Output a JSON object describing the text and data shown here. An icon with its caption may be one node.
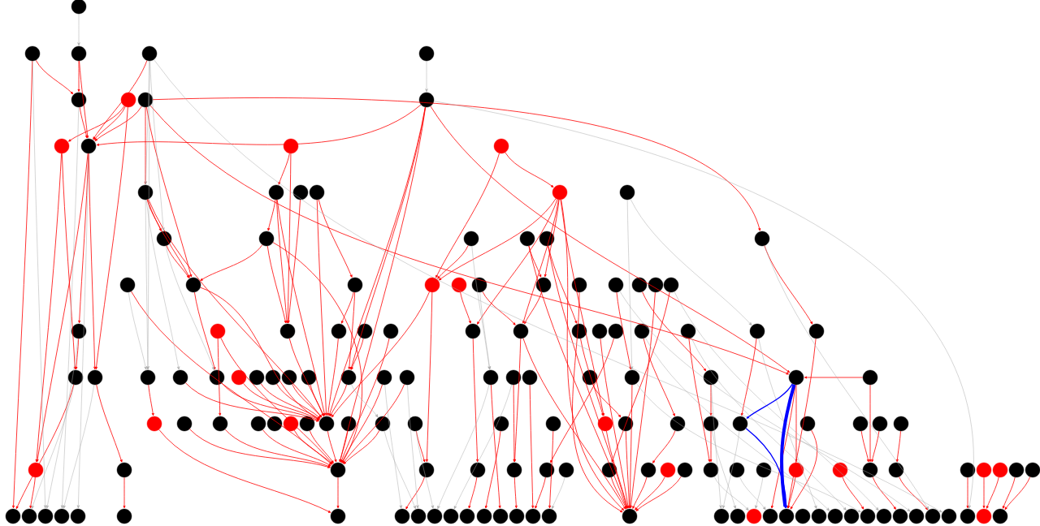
{
  "diagram": {
    "nodes": [
      {
        "text": [],
        "shape": "circle"
      },
      {
        "text": [],
        "shape": "circle"
      },
      {
        "text": [],
        "shape": "circle"
      },
      {
        "text": [],
        "shape": "circle"
      },
      {
        "text": [],
        "shape": "circle"
      },
      {
        "text": [],
        "shape": "circle"
      },
      {
        "text": [],
        "shape": "circle"
      },
      {
        "text": [],
        "shape": "circle"
      },
      {
        "text": [],
        "shape": "circle"
      },
      {
        "text": [],
        "shape": "circle"
      },
      {
        "text": [],
        "shape": "circle"
      },
      {
        "text": [],
        "shape": "circle"
      },
      {
        "text": [],
        "shape": "circle"
      },
      {
        "text": [],
        "shape": "circle"
      },
      {
        "text": [],
        "shape": "circle"
      },
      {
        "text": [],
        "shape": "circle"
      },
      {
        "text": [],
        "shape": "circle"
      },
      {
        "text": [],
        "shape": "circle"
      },
      {
        "text": [],
        "shape": "circle"
      },
      {
        "text": [],
        "shape": "circle"
      },
      {
        "text": [],
        "shape": "circle"
      },
      {
        "text": [],
        "shape": "circle"
      },
      {
        "text": [],
        "shape": "circle"
      },
      {
        "text": [],
        "shape": "circle"
      },
      {
        "text": [],
        "shape": "circle"
      },
      {
        "text": [],
        "shape": "circle"
      },
      {
        "text": [],
        "shape": "circle"
      },
      {
        "text": [],
        "shape": "circle"
      },
      {
        "text": [],
        "shape": "circle"
      },
      {
        "text": [],
        "shape": "circle"
      },
      {
        "text": [],
        "shape": "circle"
      },
      {
        "text": [],
        "shape": "circle"
      },
      {
        "text": [],
        "shape": "circle"
      },
      {
        "text": [],
        "shape": "circle"
      },
      {
        "text": [],
        "shape": "circle"
      },
      {
        "text": [],
        "shape": "circle"
      },
      {
        "text": [],
        "shape": "circle"
      },
      {
        "text": [],
        "shape": "circle"
      },
      {
        "text": [],
        "shape": "circle"
      },
      {
        "text": [],
        "shape": "circle"
      },
      {
        "text": [],
        "shape": "circle"
      },
      {
        "text": [],
        "shape": "circle"
      },
      {
        "text": [],
        "shape": "circle"
      },
      {
        "text": [],
        "shape": "circle"
      },
      {
        "text": [],
        "shape": "circle"
      },
      {
        "text": [],
        "shape": "circle"
      },
      {
        "text": [],
        "shape": "circle"
      },
      {
        "text": [],
        "shape": "circle"
      },
      {
        "text": [],
        "shape": "circle"
      },
      {
        "text": [],
        "shape": "circle"
      },
      {
        "text": [],
        "shape": "circle"
      },
      {
        "text": [],
        "shape": "circle"
      },
      {
        "text": [],
        "shape": "circle"
      },
      {
        "text": [],
        "shape": "circle"
      },
      {
        "text": [],
        "shape": "circle"
      },
      {
        "text": [],
        "shape": "circle"
      },
      {
        "text": [],
        "shape": "circle"
      },
      {
        "text": [],
        "shape": "circle"
      },
      {
        "text": [],
        "shape": "circle"
      },
      {
        "text": [],
        "shape": "circle"
      },
      {
        "text": [],
        "shape": "circle"
      },
      {
        "text": [],
        "shape": "circle"
      },
      {
        "text": [],
        "shape": "circle"
      },
      {
        "text": [],
        "shape": "circle"
      },
      {
        "text": [],
        "shape": "circle"
      },
      {
        "text": [],
        "shape": "circle"
      },
      {
        "text": [],
        "shape": "circle"
      },
      {
        "text": [],
        "shape": "circle"
      },
      {
        "text": [],
        "shape": "circle"
      },
      {
        "text": [],
        "shape": "circle"
      },
      {
        "text": [],
        "shape": "circle"
      },
      {
        "text": [],
        "shape": "circle"
      },
      {
        "text": [],
        "shape": "circle"
      },
      {
        "text": [],
        "shape": "circle"
      },
      {
        "text": [],
        "shape": "circle"
      },
      {
        "text": [],
        "shape": "circle"
      },
      {
        "text": [],
        "shape": "circle"
      },
      {
        "text": [],
        "shape": "circle"
      },
      {
        "text": [],
        "shape": "circle"
      },
      {
        "text": [],
        "shape": "circle"
      },
      {
        "text": [],
        "shape": "circle"
      },
      {
        "text": [],
        "shape": "circle"
      },
      {
        "text": [],
        "shape": "circle"
      },
      {
        "text": [],
        "shape": "circle"
      },
      {
        "text": [],
        "shape": "circle"
      },
      {
        "text": [],
        "shape": "circle"
      },
      {
        "text": [],
        "shape": "circle"
      },
      {
        "text": [],
        "shape": "circle"
      },
      {
        "text": [],
        "shape": "circle"
      },
      {
        "text": [],
        "shape": "circle"
      },
      {
        "text": [],
        "shape": "circle"
      },
      {
        "text": [],
        "shape": "circle"
      },
      {
        "text": [],
        "shape": "circle"
      },
      {
        "text": [],
        "shape": "circle"
      },
      {
        "text": [],
        "shape": "circle"
      },
      {
        "text": [],
        "shape": "circle"
      },
      {
        "text": [],
        "shape": "circle"
      },
      {
        "text": [],
        "shape": "circle"
      },
      {
        "text": [],
        "shape": "circle"
      },
      {
        "text": [],
        "shape": "circle"
      },
      {
        "text": [],
        "shape": "circle"
      },
      {
        "text": [],
        "shape": "circle"
      },
      {
        "text": [],
        "shape": "circle"
      },
      {
        "text": [],
        "shape": "circle"
      },
      {
        "text": [],
        "shape": "circle"
      },
      {
        "text": [],
        "shape": "circle"
      },
      {
        "text": [],
        "shape": "circle"
      },
      {
        "text": [],
        "shape": "circle"
      },
      {
        "text": [],
        "shape": "circle"
      },
      {
        "text": [],
        "shape": "circle"
      },
      {
        "text": [],
        "shape": "circle"
      },
      {
        "text": [],
        "shape": "circle"
      },
      {
        "text": [],
        "shape": "circle"
      },
      {
        "text": [],
        "shape": "circle"
      },
      {
        "text": [],
        "shape": "circle"
      },
      {
        "text": [],
        "shape": "circle"
      },
      {
        "text": [],
        "shape": "circle"
      },
      {
        "text": [],
        "shape": "circle"
      },
      {
        "text": [],
        "shape": "circle"
      },
      {
        "text": [],
        "shape": "circle"
      },
      {
        "text": [],
        "shape": "circle"
      },
      {
        "text": [],
        "shape": "circle"
      },
      {
        "text": [],
        "shape": "circle"
      },
      {
        "text": [],
        "shape": "circle"
      },
      {
        "text": [],
        "shape": "circle"
      },
      {
        "text": [],
        "shape": "circle"
      },
      {
        "text": [],
        "shape": "circle"
      },
      {
        "text": [],
        "shape": "circle"
      },
      {
        "text": [],
        "shape": "circle"
      },
      {
        "text": [],
        "shape": "circle"
      },
      {
        "text": [],
        "shape": "circle"
      },
      {
        "text": [],
        "shape": "circle"
      },
      {
        "text": [],
        "shape": "circle"
      },
      {
        "text": [],
        "shape": "circle"
      },
      {
        "text": [],
        "shape": "circle"
      },
      {
        "text": [],
        "shape": "circle"
      },
      {
        "text": [],
        "shape": "circle"
      },
      {
        "text": [],
        "shape": "circle"
      },
      {
        "text": [],
        "shape": "circle"
      },
      {
        "text": [],
        "shape": "circle"
      },
      {
        "text": [],
        "shape": "circle"
      },
      {
        "text": [],
        "shape": "circle"
      },
      {
        "text": [],
        "shape": "circle"
      },
      {
        "text": [],
        "shape": "circle"
      },
      {
        "text": [],
        "shape": "circle"
      },
      {
        "text": [],
        "shape": "circle"
      },
      {
        "text": [],
        "shape": "circle"
      },
      {
        "text": [],
        "shape": "circle"
      },
      {
        "text": [],
        "shape": "circle"
      },
      {
        "text": [],
        "shape": "circle"
      },
      {
        "text": [],
        "shape": "circle"
      },
      {
        "text": [],
        "shape": "circle"
      },
      {
        "text": [],
        "shape": "circle"
      },
      {
        "text": [],
        "shape": "circle"
      },
      {
        "text": [],
        "shape": "circle"
      }
    ],
    "edges": [
      {
        "from": 1,
        "to": 5,
        "arrow": "to"
      },
      {
        "from": 1,
        "to": 119,
        "arrow": "to"
      },
      {
        "from": 2,
        "to": 5,
        "arrow": "to"
      },
      {
        "from": 2,
        "to": 10,
        "arrow": "to"
      },
      {
        "from": 3,
        "to": 10,
        "arrow": "to"
      },
      {
        "from": 5,
        "to": 10,
        "arrow": "to"
      },
      {
        "from": 6,
        "to": 10,
        "arrow": "to"
      },
      {
        "from": 6,
        "to": 9,
        "arrow": "to"
      },
      {
        "from": 6,
        "to": 53,
        "arrow": "to"
      },
      {
        "from": 7,
        "to": 10,
        "arrow": "to"
      },
      {
        "from": 7,
        "to": 13,
        "arrow": "to"
      },
      {
        "from": 7,
        "to": 26,
        "arrow": "to"
      },
      {
        "from": 8,
        "to": 10,
        "arrow": "to"
      },
      {
        "from": 8,
        "to": 80,
        "arrow": "to"
      },
      {
        "from": 8,
        "to": 97,
        "arrow": "to"
      },
      {
        "from": 8,
        "to": 71,
        "arrow": "to"
      },
      {
        "from": 8,
        "to": 62,
        "arrow": "to"
      },
      {
        "from": 7,
        "to": 71,
        "arrow": "to"
      },
      {
        "from": 7,
        "to": 24,
        "arrow": "to"
      },
      {
        "from": 10,
        "to": 37,
        "arrow": "to"
      },
      {
        "from": 10,
        "to": 53,
        "arrow": "to"
      },
      {
        "from": 10,
        "to": 95,
        "arrow": "to"
      },
      {
        "from": 9,
        "to": 95,
        "arrow": "to"
      },
      {
        "from": 9,
        "to": 52,
        "arrow": "to"
      },
      {
        "from": 11,
        "to": 14,
        "arrow": "to"
      },
      {
        "from": 11,
        "to": 39,
        "arrow": "to"
      },
      {
        "from": 12,
        "to": 28,
        "arrow": "to"
      },
      {
        "from": 12,
        "to": 17,
        "arrow": "to"
      },
      {
        "from": 13,
        "to": 19,
        "arrow": "to"
      },
      {
        "from": 13,
        "to": 26,
        "arrow": "to"
      },
      {
        "from": 13,
        "to": 80,
        "arrow": "to"
      },
      {
        "from": 14,
        "to": 20,
        "arrow": "to"
      },
      {
        "from": 14,
        "to": 39,
        "arrow": "to"
      },
      {
        "from": 14,
        "to": 80,
        "arrow": "to"
      },
      {
        "from": 15,
        "to": 39,
        "arrow": "to"
      },
      {
        "from": 16,
        "to": 27,
        "arrow": "to"
      },
      {
        "from": 16,
        "to": 80,
        "arrow": "to"
      },
      {
        "from": 17,
        "to": 28,
        "arrow": "to"
      },
      {
        "from": 17,
        "to": 31,
        "arrow": "to"
      },
      {
        "from": 17,
        "to": 86,
        "arrow": "to"
      },
      {
        "from": 17,
        "to": 136,
        "arrow": "to"
      },
      {
        "from": 17,
        "to": 44,
        "arrow": "to"
      },
      {
        "from": 17,
        "to": 43,
        "arrow": "to"
      },
      {
        "from": 20,
        "to": 26,
        "arrow": "to"
      },
      {
        "from": 20,
        "to": 39,
        "arrow": "to"
      },
      {
        "from": 20,
        "to": 97,
        "arrow": "to"
      },
      {
        "from": 19,
        "to": 26,
        "arrow": "to"
      },
      {
        "from": 21,
        "to": 28,
        "arrow": "to"
      },
      {
        "from": 22,
        "to": 31,
        "arrow": "to"
      },
      {
        "from": 22,
        "to": 136,
        "arrow": "to"
      },
      {
        "from": 23,
        "to": 45,
        "arrow": "to"
      },
      {
        "from": 23,
        "to": 136,
        "arrow": "to"
      },
      {
        "from": 24,
        "to": 51,
        "arrow": "to"
      },
      {
        "from": 25,
        "to": 97,
        "arrow": "to"
      },
      {
        "from": 26,
        "to": 80,
        "arrow": "to"
      },
      {
        "from": 26,
        "to": 56,
        "arrow": "to"
      },
      {
        "from": 27,
        "to": 40,
        "arrow": "to"
      },
      {
        "from": 27,
        "to": 62,
        "arrow": "to"
      },
      {
        "from": 28,
        "to": 80,
        "arrow": "to"
      },
      {
        "from": 28,
        "to": 98,
        "arrow": "to"
      },
      {
        "from": 29,
        "to": 43,
        "arrow": "to"
      },
      {
        "from": 30,
        "to": 44,
        "arrow": "to"
      },
      {
        "from": 31,
        "to": 44,
        "arrow": "to"
      },
      {
        "from": 32,
        "to": 136,
        "arrow": "to"
      },
      {
        "from": 33,
        "to": 69,
        "arrow": "to"
      },
      {
        "from": 34,
        "to": 70,
        "arrow": "to"
      },
      {
        "from": 35,
        "to": 136,
        "arrow": "to"
      },
      {
        "from": 36,
        "to": 103,
        "arrow": "to"
      },
      {
        "from": 38,
        "to": 75,
        "arrow": "to"
      },
      {
        "from": 38,
        "to": 97,
        "arrow": "to"
      },
      {
        "from": 39,
        "to": 80,
        "arrow": "to"
      },
      {
        "from": 40,
        "to": 80,
        "arrow": "to"
      },
      {
        "from": 41,
        "to": 62,
        "arrow": "to"
      },
      {
        "from": 42,
        "to": 97,
        "arrow": "to"
      },
      {
        "from": 43,
        "to": 99,
        "arrow": "to"
      },
      {
        "from": 44,
        "to": 100,
        "arrow": "to"
      },
      {
        "from": 44,
        "to": 136,
        "arrow": "to"
      },
      {
        "from": 45,
        "to": 86,
        "arrow": "to"
      },
      {
        "from": 46,
        "to": 136,
        "arrow": "to"
      },
      {
        "from": 47,
        "to": 101,
        "arrow": "to"
      },
      {
        "from": 48,
        "to": 88,
        "arrow": "to"
      },
      {
        "from": 49,
        "to": 107,
        "arrow": "to"
      },
      {
        "from": 50,
        "to": 90,
        "arrow": "to"
      },
      {
        "from": 51,
        "to": 141,
        "arrow": "to"
      },
      {
        "from": 52,
        "to": 119,
        "arrow": "to"
      },
      {
        "from": 53,
        "to": 96,
        "arrow": "to"
      },
      {
        "from": 54,
        "to": 73,
        "arrow": "to"
      },
      {
        "from": 55,
        "to": 80,
        "arrow": "to"
      },
      {
        "from": 56,
        "to": 80,
        "arrow": "to"
      },
      {
        "from": 57,
        "to": 80,
        "arrow": "to"
      },
      {
        "from": 58,
        "to": 80,
        "arrow": "to"
      },
      {
        "from": 59,
        "to": 80,
        "arrow": "to"
      },
      {
        "from": 60,
        "to": 80,
        "arrow": "to"
      },
      {
        "from": 61,
        "to": 80,
        "arrow": "to"
      },
      {
        "from": 62,
        "to": 80,
        "arrow": "to"
      },
      {
        "from": 63,
        "to": 97,
        "arrow": "to"
      },
      {
        "from": 64,
        "to": 97,
        "arrow": "to"
      },
      {
        "from": 65,
        "to": 132,
        "arrow": "to"
      },
      {
        "from": 66,
        "to": 100,
        "arrow": "to"
      },
      {
        "from": 67,
        "to": 134,
        "arrow": "to"
      },
      {
        "from": 68,
        "to": 87,
        "arrow": "to"
      },
      {
        "from": 69,
        "to": 136,
        "arrow": "to"
      },
      {
        "from": 70,
        "to": 89,
        "arrow": "to"
      },
      {
        "from": 71,
        "to": 110,
        "arrow": "to"
      },
      {
        "from": 71,
        "to": 140,
        "arrow": "to"
      },
      {
        "from": 72,
        "to": 112,
        "arrow": "to"
      },
      {
        "from": 72,
        "to": 71,
        "arrow": "to"
      },
      {
        "from": 73,
        "to": 125,
        "arrow": "to"
      },
      {
        "from": 74,
        "to": 97,
        "arrow": "to"
      },
      {
        "from": 75,
        "to": 97,
        "arrow": "to"
      },
      {
        "from": 76,
        "to": 97,
        "arrow": "to"
      },
      {
        "from": 78,
        "to": 97,
        "arrow": "to"
      },
      {
        "from": 79,
        "to": 97,
        "arrow": "to"
      },
      {
        "from": 80,
        "to": 97,
        "arrow": "to"
      },
      {
        "from": 81,
        "to": 97,
        "arrow": "to"
      },
      {
        "from": 82,
        "to": 97,
        "arrow": "to"
      },
      {
        "from": 83,
        "to": 98,
        "arrow": "to"
      },
      {
        "from": 84,
        "to": 131,
        "arrow": "to"
      },
      {
        "from": 85,
        "to": 135,
        "arrow": "to"
      },
      {
        "from": 86,
        "to": 136,
        "arrow": "to"
      },
      {
        "from": 87,
        "to": 136,
        "arrow": "to"
      },
      {
        "from": 88,
        "to": 104,
        "arrow": "to"
      },
      {
        "from": 89,
        "to": 107,
        "arrow": "to"
      },
      {
        "from": 91,
        "to": 141,
        "arrow": "to"
      },
      {
        "from": 92,
        "to": 112,
        "arrow": "to"
      },
      {
        "from": 93,
        "to": 112,
        "arrow": "to"
      },
      {
        "from": 94,
        "to": 113,
        "arrow": "to"
      },
      {
        "from": 96,
        "to": 124,
        "arrow": "to"
      },
      {
        "from": 97,
        "to": 125,
        "arrow": "to"
      },
      {
        "from": 98,
        "to": 126,
        "arrow": "to"
      },
      {
        "from": 99,
        "to": 130,
        "arrow": "to"
      },
      {
        "from": 100,
        "to": 133,
        "arrow": "to"
      },
      {
        "from": 101,
        "to": 134,
        "arrow": "to"
      },
      {
        "from": 103,
        "to": 136,
        "arrow": "to"
      },
      {
        "from": 104,
        "to": 136,
        "arrow": "to"
      },
      {
        "from": 105,
        "to": 136,
        "arrow": "to"
      },
      {
        "from": 106,
        "to": 136,
        "arrow": "to"
      },
      {
        "from": 112,
        "to": 148,
        "arrow": "to"
      },
      {
        "from": 113,
        "to": 150,
        "arrow": "to"
      },
      {
        "from": 114,
        "to": 152,
        "arrow": "to"
      },
      {
        "from": 115,
        "to": 153,
        "arrow": "to"
      },
      {
        "from": 116,
        "to": 153,
        "arrow": "to"
      },
      {
        "from": 117,
        "to": 154,
        "arrow": "to"
      },
      {
        "from": 118,
        "to": 154,
        "arrow": "to"
      },
      {
        "from": 110,
        "to": 141,
        "arrow": "to"
      },
      {
        "from": 111,
        "to": 146,
        "arrow": "to"
      },
      {
        "from": 95,
        "to": 120,
        "arrow": "to"
      },
      {
        "from": 37,
        "to": 52,
        "arrow": "to"
      },
      {
        "from": 0,
        "to": 2,
        "arrow": "to",
        "color": "#aaaaaa"
      },
      {
        "from": 4,
        "to": 8,
        "arrow": "to",
        "color": "#aaaaaa"
      },
      {
        "from": 3,
        "to": 13,
        "arrow": "to",
        "color": "#aaaaaa"
      },
      {
        "from": 3,
        "to": 19,
        "arrow": "to",
        "color": "#aaaaaa"
      },
      {
        "from": 3,
        "to": 54,
        "arrow": "to",
        "color": "#aaaaaa"
      },
      {
        "from": 1,
        "to": 121,
        "arrow": "to",
        "color": "#aaaaaa"
      },
      {
        "from": 5,
        "to": 122,
        "arrow": "to",
        "color": "#aaaaaa"
      },
      {
        "from": 10,
        "to": 123,
        "arrow": "to",
        "color": "#aaaaaa"
      },
      {
        "from": 13,
        "to": 54,
        "arrow": "to",
        "color": "#aaaaaa"
      },
      {
        "from": 13,
        "to": 55,
        "arrow": "to",
        "color": "#aaaaaa"
      },
      {
        "from": 19,
        "to": 56,
        "arrow": "to",
        "color": "#aaaaaa"
      },
      {
        "from": 25,
        "to": 54,
        "arrow": "to",
        "color": "#aaaaaa"
      },
      {
        "from": 37,
        "to": 121,
        "arrow": "to",
        "color": "#aaaaaa"
      },
      {
        "from": 52,
        "to": 120,
        "arrow": "to",
        "color": "#aaaaaa"
      },
      {
        "from": 53,
        "to": 122,
        "arrow": "to",
        "color": "#aaaaaa"
      },
      {
        "from": 18,
        "to": 50,
        "arrow": "to",
        "color": "#aaaaaa"
      },
      {
        "from": 18,
        "to": 69,
        "arrow": "to",
        "color": "#aaaaaa"
      },
      {
        "from": 24,
        "to": 150,
        "arrow": "to",
        "color": "#aaaaaa"
      },
      {
        "from": 8,
        "to": 152,
        "arrow": "to",
        "color": "#aaaaaa"
      },
      {
        "from": 3,
        "to": 151,
        "arrow": "to",
        "color": "#aaaaaa"
      },
      {
        "from": 33,
        "to": 149,
        "arrow": "to",
        "color": "#aaaaaa"
      },
      {
        "from": 36,
        "to": 147,
        "arrow": "to",
        "color": "#aaaaaa"
      },
      {
        "from": 49,
        "to": 145,
        "arrow": "to",
        "color": "#aaaaaa"
      },
      {
        "from": 50,
        "to": 143,
        "arrow": "to",
        "color": "#aaaaaa"
      },
      {
        "from": 70,
        "to": 137,
        "arrow": "to",
        "color": "#aaaaaa"
      },
      {
        "from": 89,
        "to": 138,
        "arrow": "to",
        "color": "#aaaaaa"
      },
      {
        "from": 90,
        "to": 137,
        "arrow": "to",
        "color": "#aaaaaa"
      },
      {
        "from": 107,
        "to": 139,
        "arrow": "to",
        "color": "#aaaaaa"
      },
      {
        "from": 108,
        "to": 140,
        "arrow": "to",
        "color": "#aaaaaa"
      },
      {
        "from": 109,
        "to": 139,
        "arrow": "to",
        "color": "#aaaaaa"
      },
      {
        "from": 62,
        "to": 82,
        "arrow": "to",
        "color": "#aaaaaa"
      },
      {
        "from": 63,
        "to": 126,
        "arrow": "to",
        "color": "#aaaaaa"
      },
      {
        "from": 64,
        "to": 127,
        "arrow": "to",
        "color": "#aaaaaa"
      },
      {
        "from": 65,
        "to": 128,
        "arrow": "to",
        "color": "#aaaaaa"
      },
      {
        "from": 66,
        "to": 129,
        "arrow": "to",
        "color": "#aaaaaa"
      },
      {
        "from": 82,
        "to": 127,
        "arrow": "to",
        "color": "#aaaaaa"
      },
      {
        "from": 83,
        "to": 128,
        "arrow": "to",
        "color": "#aaaaaa"
      },
      {
        "from": 102,
        "to": 135,
        "arrow": "to",
        "color": "#aaaaaa"
      },
      {
        "from": 21,
        "to": 65,
        "arrow": "to",
        "color": "#aaaaaa"
      },
      {
        "from": 30,
        "to": 65,
        "arrow": "to",
        "color": "#aaaaaa"
      },
      {
        "from": 48,
        "to": 144,
        "arrow": "to",
        "color": "#aaaaaa"
      },
      {
        "from": 69,
        "to": 146,
        "arrow": "to",
        "color": "#aaaaaa"
      },
      {
        "from": 71,
        "to": 90,
        "arrow": "to",
        "color": "#0000ff"
      },
      {
        "from": 90,
        "to": 141,
        "arrow": "to",
        "color": "#0000ff"
      },
      {
        "from": 71,
        "to": 141,
        "arrow": "to",
        "color": "#0000ff",
        "style": "thick"
      }
    ]
  }
}
